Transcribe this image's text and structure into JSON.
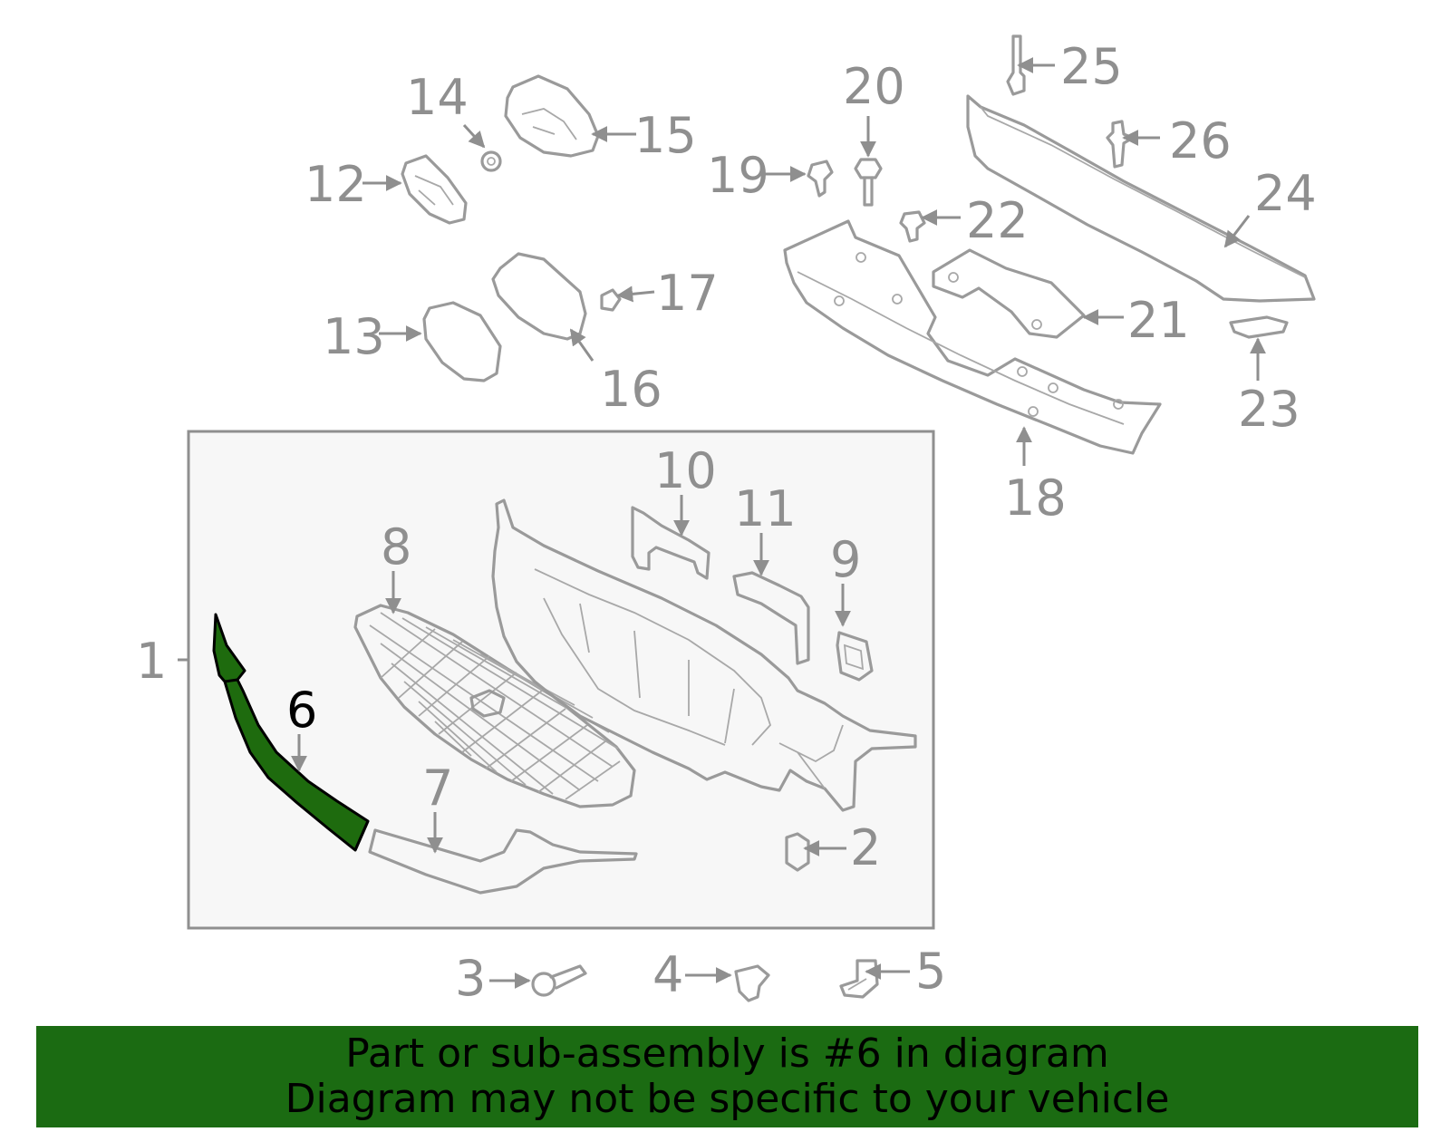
{
  "diagram": {
    "callouts": {
      "c1": "1",
      "c2": "2",
      "c3": "3",
      "c4": "4",
      "c5": "5",
      "c6": "6",
      "c7": "7",
      "c8": "8",
      "c9": "9",
      "c10": "10",
      "c11": "11",
      "c12": "12",
      "c13": "13",
      "c14": "14",
      "c15": "15",
      "c16": "16",
      "c17": "17",
      "c18": "18",
      "c19": "19",
      "c20": "20",
      "c21": "21",
      "c22": "22",
      "c23": "23",
      "c24": "24",
      "c25": "25",
      "c26": "26"
    },
    "highlighted_part": "6",
    "colors": {
      "highlight_fill": "#1e6b0e",
      "line_gray": "#9a9a9a",
      "box_fill": "#f7f7f7",
      "banner_bg": "#1b6b12"
    }
  },
  "banner": {
    "line1": "Part or sub-assembly is #6 in diagram",
    "line2": "Diagram may not be specific to your vehicle"
  }
}
